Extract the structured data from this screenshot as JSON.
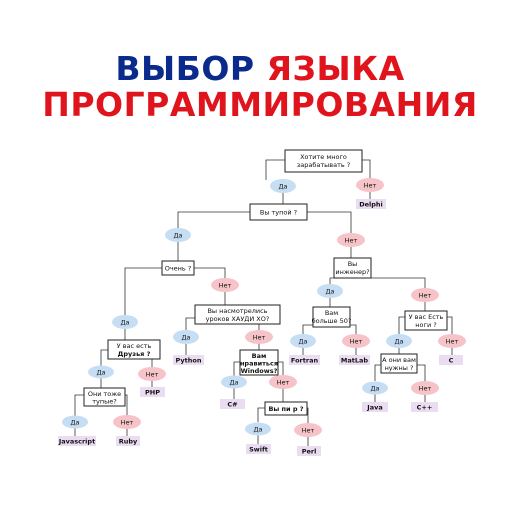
{
  "title": {
    "line1_part1": "ВЫБОР",
    "line1_part2": "ЯЗЫКА",
    "line2": "ПРОГРАММИРОВАНИЯ"
  },
  "colors": {
    "title_blue": "#0a2a8c",
    "title_red": "#e0141c",
    "yes": "#c6def3",
    "no": "#f5c3c8",
    "language": "#eadcf1"
  },
  "questions": {
    "q_money": [
      "Хотите много",
      "зарабатывать ?"
    ],
    "q_stupid": [
      "Вы тупой ?"
    ],
    "q_very": [
      "Очень ?"
    ],
    "q_engineer": [
      "Вы",
      "инженер?"
    ],
    "q_friends": [
      "У вас есть",
      "Друзья ?"
    ],
    "q_hauди": [
      "Вы насмотрелись",
      "уроков ХАУДИ ХО?"
    ],
    "q_over50": [
      "Вам",
      "больше 50?"
    ],
    "q_legs": [
      "У вас Есть",
      "ноги ?"
    ],
    "q_dumb_friends": [
      "Они тоже",
      "тупые?"
    ],
    "q_windows": [
      "Вам",
      "нравиться",
      "Windows?"
    ],
    "q_need_them": [
      "А они вам",
      "нужны ?"
    ],
    "q_pi": [
      "Вы пи    р ?"
    ]
  },
  "answers": {
    "yes": "Да",
    "no": "Нет"
  },
  "languages": {
    "delphi": "Delphi",
    "python": "Python",
    "fortran": "Fortran",
    "matlab": "MatLab",
    "c": "C",
    "php": "PHP",
    "csharp": "C#",
    "java": "Java",
    "cpp": "C++",
    "javascript": "Javascript",
    "ruby": "Ruby",
    "swift": "Swift",
    "perl": "Perl"
  }
}
